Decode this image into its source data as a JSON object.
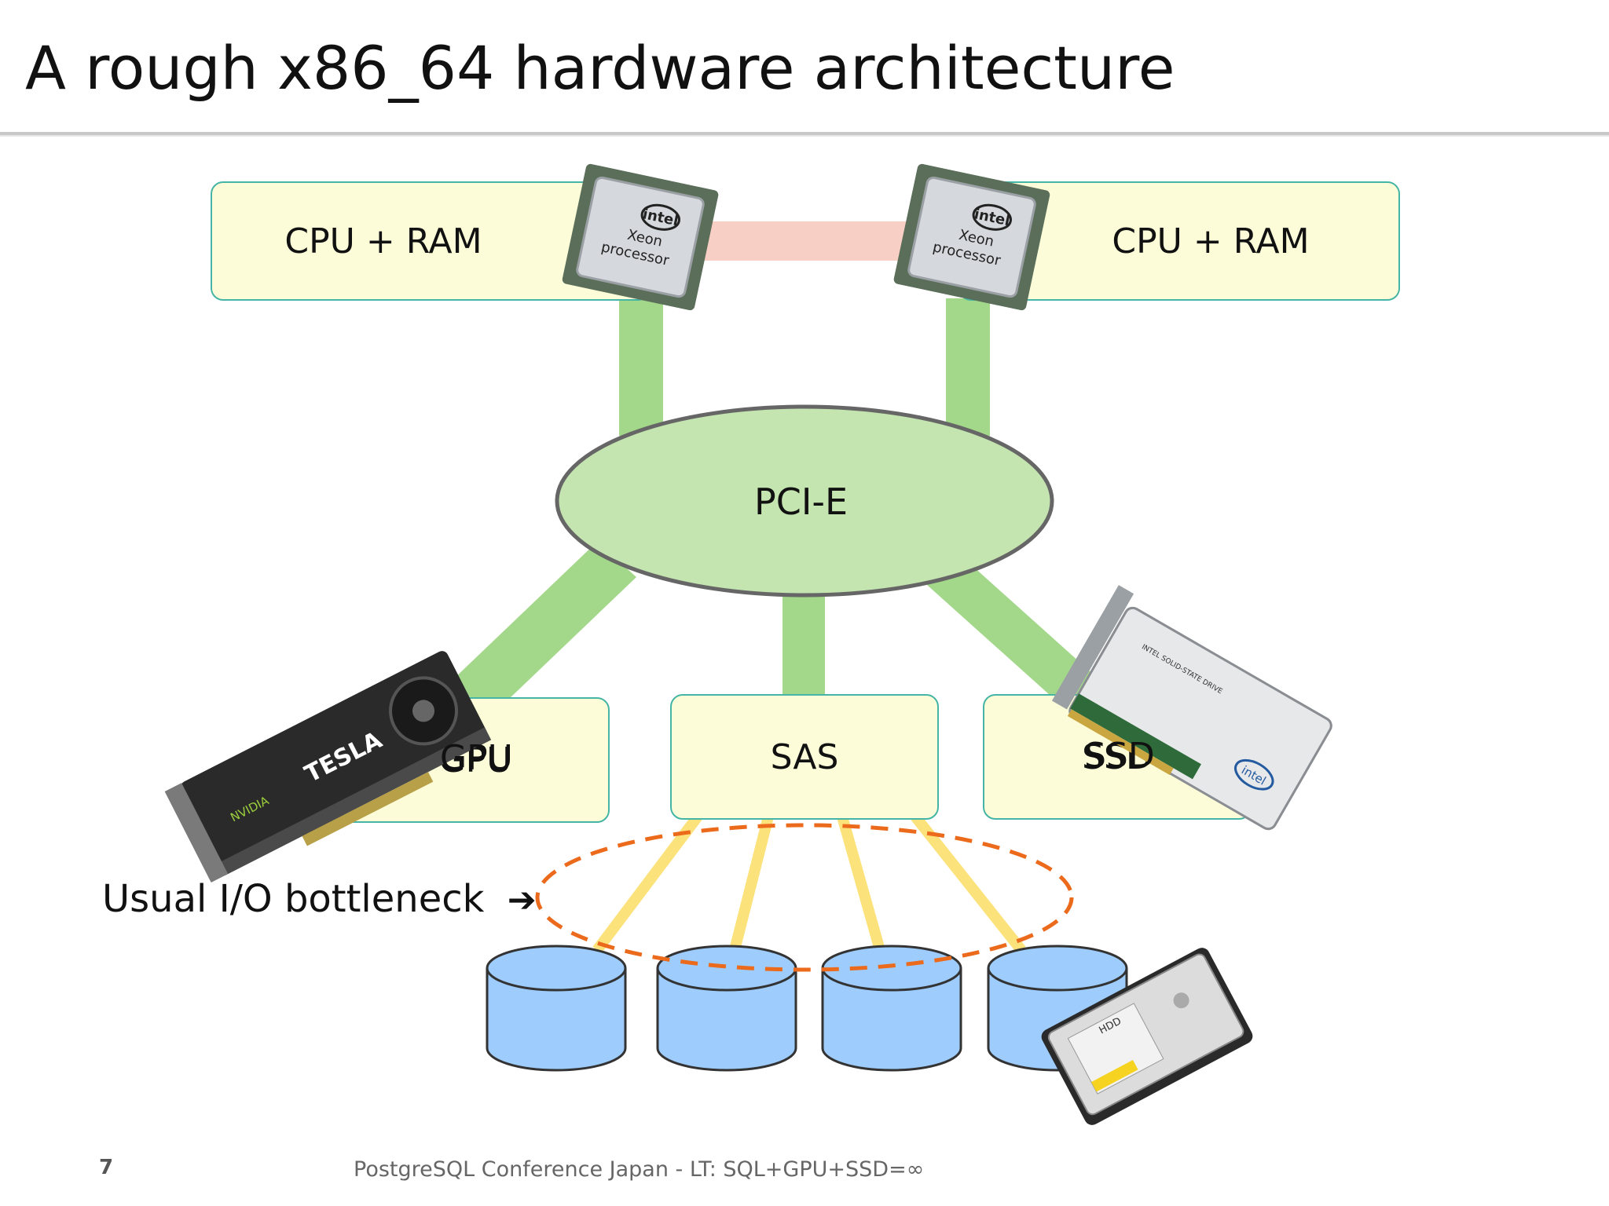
{
  "slide": {
    "title": "A rough x86_64 hardware architecture",
    "page_number": "7",
    "footer": "PostgreSQL Conference Japan - LT: SQL+GPU+SSD=∞"
  },
  "diagram": {
    "cpu_left_label": "CPU + RAM",
    "cpu_right_label": "CPU + RAM",
    "bus_label": "PCI-E",
    "gpu_label": "GPU",
    "sas_label": "SAS",
    "ssd_label": "SSD",
    "bottleneck_label": "Usual I/O bottleneck",
    "bottleneck_arrow": "➔",
    "cpu_chip_brand": "intel",
    "cpu_chip_line1": "Xeon",
    "cpu_chip_line2": "processor",
    "gpu_card_brand": "NVIDIA",
    "gpu_card_name": "TESLA",
    "ssd_card_brand": "intel",
    "ssd_card_text": "INTEL SOLID-STATE DRIVE",
    "hdd_text": "HDD",
    "disk_count": 4
  },
  "colors": {
    "box_fill": "#fcfdd8",
    "box_border": "#45b5a5",
    "bus_fill": "#c4e4b0",
    "link_green": "#a3d88a",
    "qpi_link": "#f8cfc4",
    "disk_fill": "#9dccfd",
    "disk_link": "#fce27a",
    "bottleneck_dash": "#ec6a1c"
  }
}
